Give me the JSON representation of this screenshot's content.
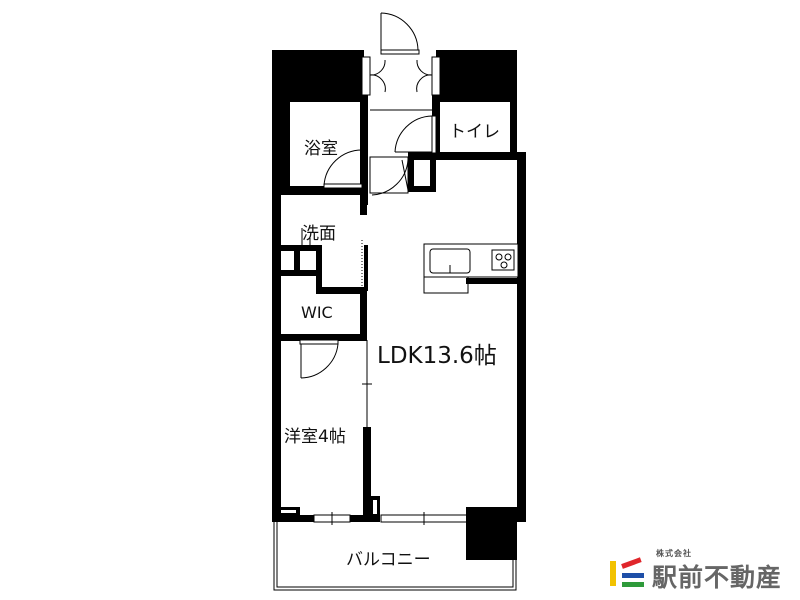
{
  "floorplan": {
    "rooms": {
      "bath": "浴室",
      "toilet": "トイレ",
      "washroom": "洗面",
      "wic": "WIC",
      "ldk": "LDK13.6帖",
      "western_room": "洋室4帖",
      "balcony": "バルコニー"
    }
  },
  "logo": {
    "company_type": "株式会社",
    "company_name": "駅前不動産",
    "colors": {
      "yellow": "#f2c200",
      "red": "#e0262b",
      "blue": "#1e4fa8",
      "green": "#2e9a3a",
      "text": "#666666"
    }
  }
}
